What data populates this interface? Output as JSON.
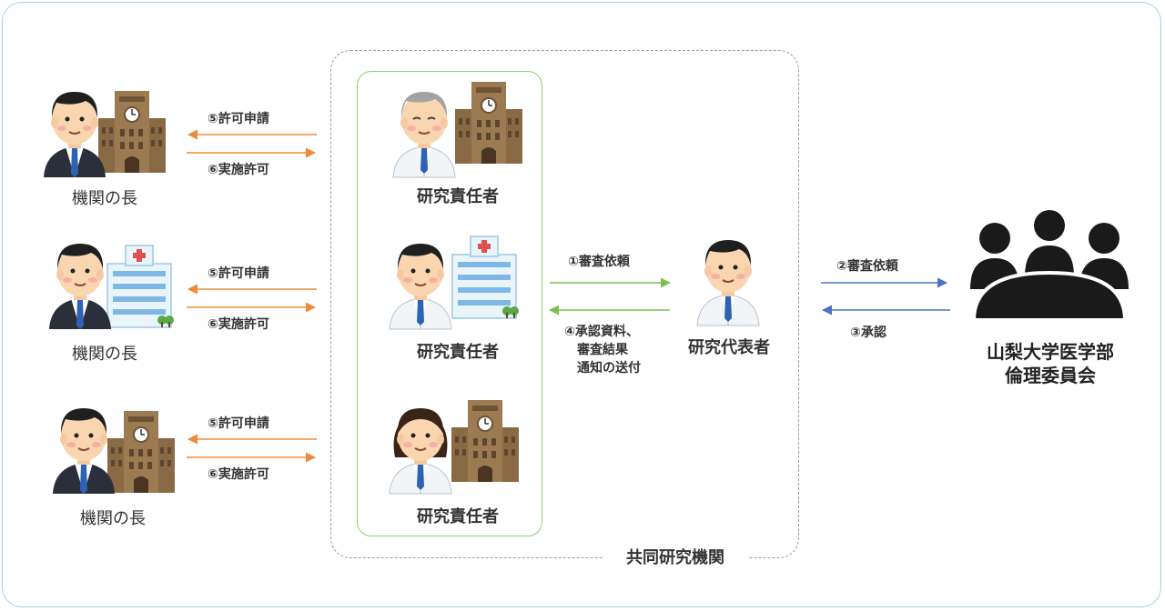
{
  "heads": [
    {
      "label": "機関の長",
      "building": "university-icon"
    },
    {
      "label": "機関の長",
      "building": "hospital-icon"
    },
    {
      "label": "機関の長",
      "building": "university-icon"
    }
  ],
  "investigators": [
    {
      "label": "研究責任者",
      "building": "university-icon"
    },
    {
      "label": "研究責任者",
      "building": "hospital-icon"
    },
    {
      "label": "研究責任者",
      "building": "university-icon"
    }
  ],
  "arrows_left": {
    "request": "⑤許可申請",
    "permit": "⑥実施許可"
  },
  "review_request_1": "①審査依頼",
  "send_back": [
    "④承認資料、",
    "審査結果",
    "通知の送付"
  ],
  "representative": "研究代表者",
  "review_request_2": "②審査依頼",
  "approval": "③承認",
  "ethics_committee": [
    "山梨大学医学部",
    "倫理委員会"
  ],
  "group_name": "共同研究機関",
  "colors": {
    "orange": "#ee8a3a",
    "green": "#7cc14e",
    "blue": "#4a73c4",
    "dashed": "#9a9a9a",
    "frame": "#9fd3e0"
  }
}
